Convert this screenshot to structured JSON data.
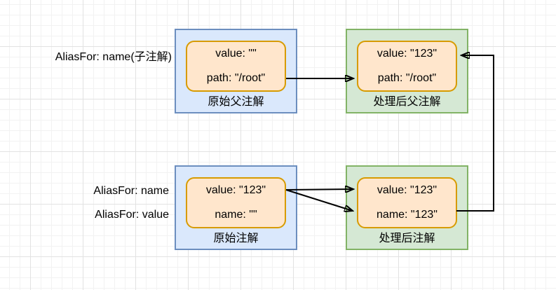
{
  "diagram": {
    "side_labels": {
      "parent_alias": "AliasFor: name(子注解)",
      "alias_name": "AliasFor: name",
      "alias_value": "AliasFor: value"
    },
    "boxes": {
      "original_parent": {
        "label": "原始父注解",
        "fields": [
          "value: \"\"",
          "path: \"/root\""
        ]
      },
      "processed_parent": {
        "label": "处理后父注解",
        "fields": [
          "value: \"123\"",
          "path: \"/root\""
        ]
      },
      "original": {
        "label": "原始注解",
        "fields": [
          "value: \"123\"",
          "name: \"\""
        ]
      },
      "processed": {
        "label": "处理后注解",
        "fields": [
          "value: \"123\"",
          "name: \"123\""
        ]
      }
    },
    "colors": {
      "blue_fill": "#dae8fc",
      "blue_border": "#6c8ebf",
      "green_fill": "#d5e8d4",
      "green_border": "#82b366",
      "orange_fill": "#ffe6cc",
      "orange_border": "#d79b00",
      "arrow": "#000000",
      "grid_minor": "#f2f2f2",
      "grid_major": "#e2e2e2"
    }
  }
}
